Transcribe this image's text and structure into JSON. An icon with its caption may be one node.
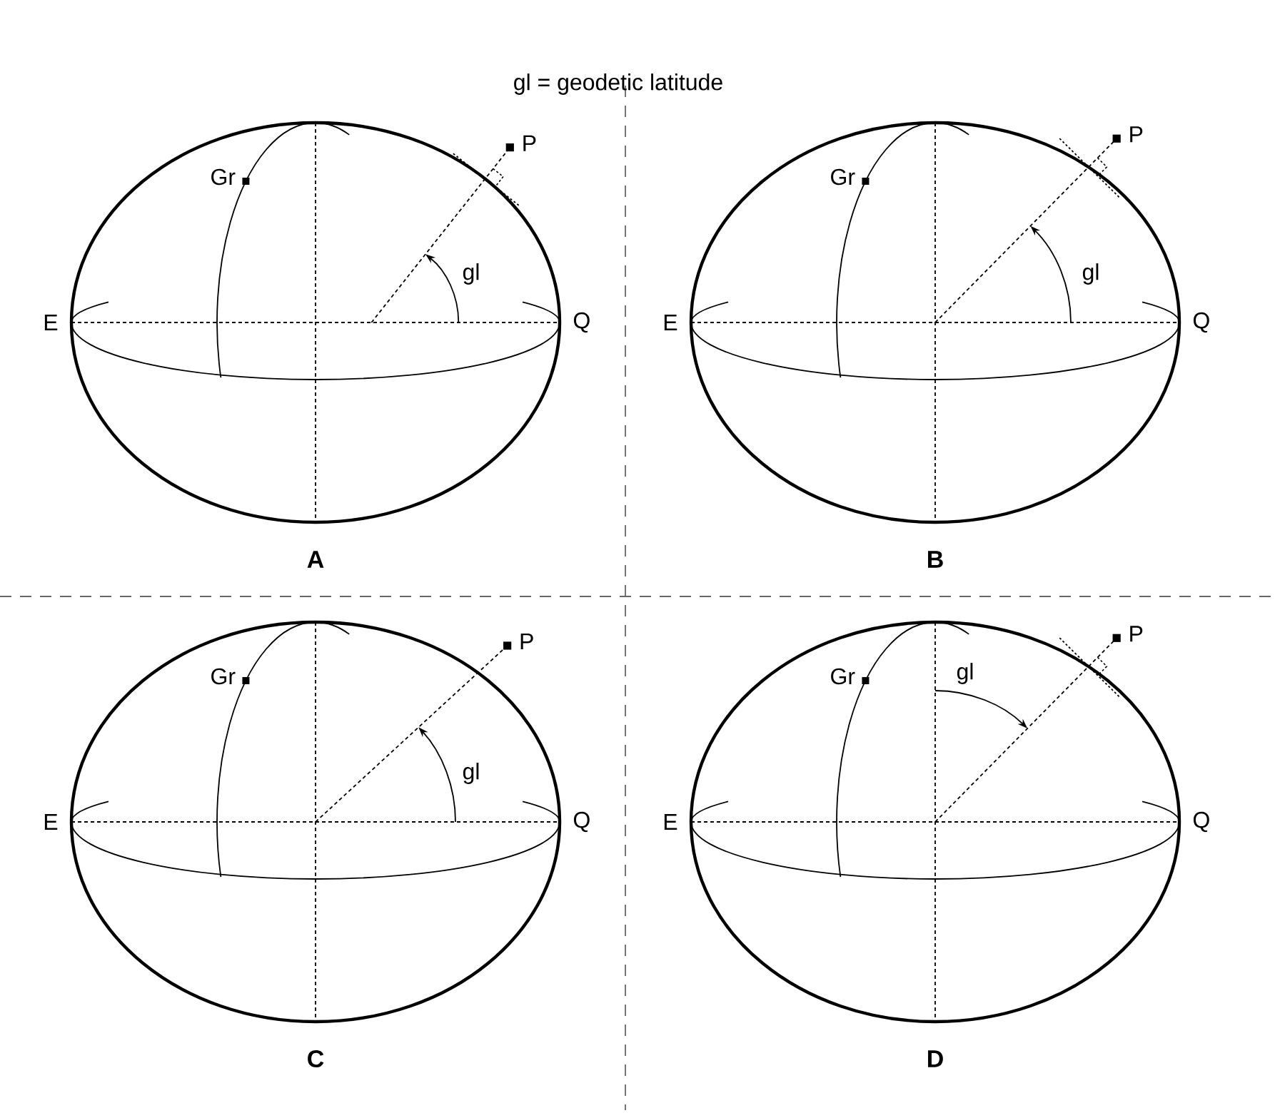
{
  "diagram": {
    "title": "gl = geodetic latitude",
    "labels": [
      "P",
      "Gr",
      "gl",
      "E",
      "Q",
      "A",
      "P",
      "Gr",
      "gl",
      "E",
      "Q",
      "B",
      "P",
      "Gr",
      "gl",
      "E",
      "Q",
      "C",
      "P",
      "Gr",
      "gl",
      "E",
      "Q",
      "D"
    ]
  }
}
